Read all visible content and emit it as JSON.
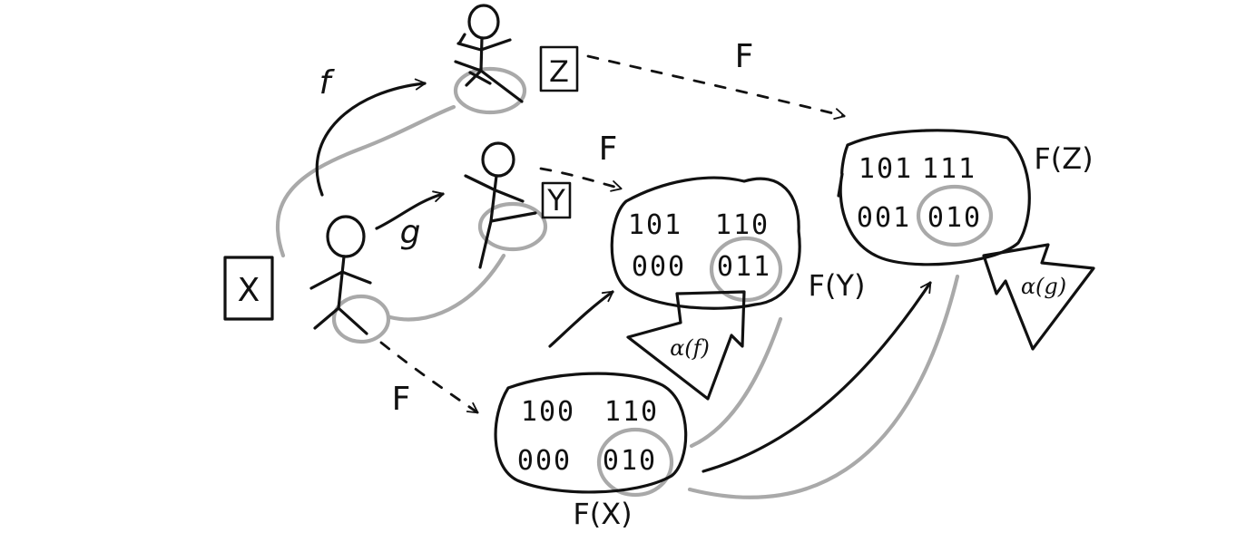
{
  "colors": {
    "ink": "#111111",
    "grey": "#a9a9a9"
  },
  "objects": {
    "x": "X",
    "y": "Y",
    "z": "Z"
  },
  "morphisms": {
    "f": "f",
    "g": "g"
  },
  "functor": {
    "f_to_fz": "F",
    "f_to_fy": "F",
    "f_to_fx": "F"
  },
  "images": {
    "fx_label": "F(X)",
    "fy_label": "F(Y)",
    "fz_label": "F(Z)"
  },
  "fx_cells": [
    "100",
    "110",
    "000",
    "010"
  ],
  "fy_cells": [
    "101",
    "110",
    "000",
    "011"
  ],
  "fz_cells": [
    "101",
    "111",
    "001",
    "010"
  ],
  "components": {
    "alpha_f": "α(f)",
    "alpha_g": "α(g)"
  }
}
